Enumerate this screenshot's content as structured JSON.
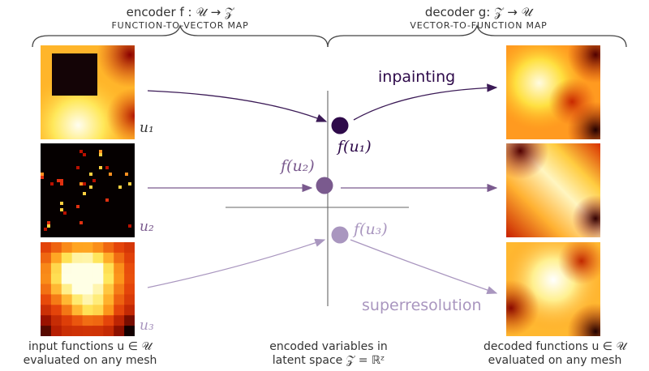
{
  "encoder": {
    "title": "encoder f : 𝒰 → 𝒵",
    "subtitle": "FUNCTION-TO-VECTOR MAP"
  },
  "decoder": {
    "title": "decoder g: 𝒵 → 𝒰",
    "subtitle": "VECTOR-TO-FUNCTION MAP"
  },
  "inputs": {
    "u1": "u₁",
    "u2": "u₂",
    "u3": "u₃",
    "caption_line1": "input functions u ∈ 𝒰",
    "caption_line2": "evaluated on any mesh"
  },
  "latent": {
    "fu1": "f(u₁)",
    "fu2": "f(u₂)",
    "fu3": "f(u₃)",
    "caption_line1": "encoded variables in",
    "caption_line2": "latent space 𝒵 = ℝᶻ"
  },
  "tasks": {
    "inpainting": "inpainting",
    "superresolution": "superresolution"
  },
  "outputs": {
    "caption_line1": "decoded functions u ∈ 𝒰",
    "caption_line2": "evaluated on any mesh"
  },
  "colors": {
    "point1": "#2e0a4a",
    "point2": "#7a5a8e",
    "point3": "#a996bf",
    "arrow1": "#3b1a56",
    "arrow2": "#7a5a8e",
    "arrow3": "#a996bf",
    "text": "#333333"
  }
}
